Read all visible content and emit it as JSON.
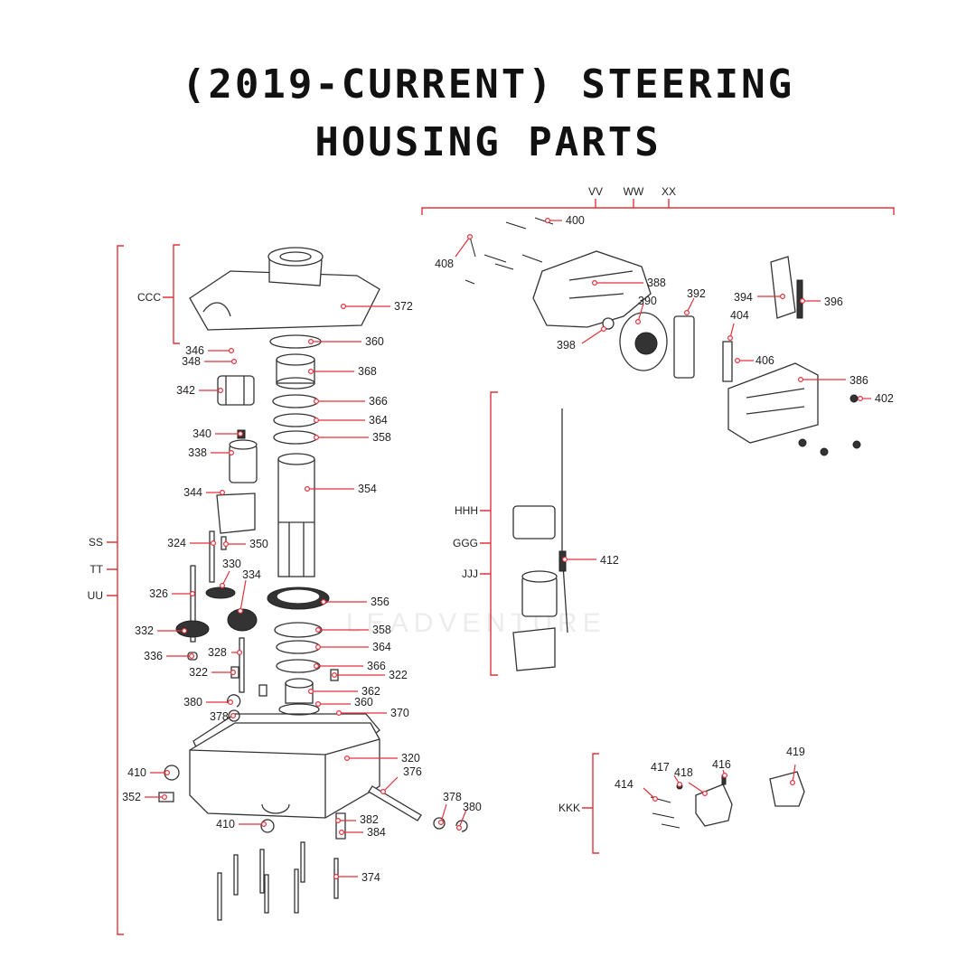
{
  "title": {
    "line1": "(2019-CURRENT) STEERING",
    "line2": "HOUSING PARTS"
  },
  "watermark": "LEADVENTURE",
  "colors": {
    "leader": "#e0323c",
    "line": "#333333"
  },
  "groups": {
    "VV": "VV",
    "WW": "WW",
    "XX": "XX",
    "CCC": "CCC",
    "SS": "SS",
    "TT": "TT",
    "UU": "UU",
    "HHH": "HHH",
    "GGG": "GGG",
    "JJJ": "JJJ",
    "KKK": "KKK"
  },
  "parts": {
    "p372": "372",
    "p360a": "360",
    "p346": "346",
    "p348": "348",
    "p368": "368",
    "p342": "342",
    "p366a": "366",
    "p364a": "364",
    "p340": "340",
    "p358a": "358",
    "p338": "338",
    "p354": "354",
    "p344": "344",
    "p324": "324",
    "p350": "350",
    "p330": "330",
    "p334": "334",
    "p326": "326",
    "p356": "356",
    "p332": "332",
    "p358b": "358",
    "p364b": "364",
    "p328": "328",
    "p336": "336",
    "p366b": "366",
    "p322a": "322",
    "p322b": "322",
    "p362": "362",
    "p380a": "380",
    "p360b": "360",
    "p378a": "378",
    "p370": "370",
    "p320": "320",
    "p410a": "410",
    "p376": "376",
    "p352": "352",
    "p378b": "378",
    "p380b": "380",
    "p410b": "410",
    "p382": "382",
    "p384": "384",
    "p374": "374",
    "p400": "400",
    "p408": "408",
    "p388": "388",
    "p390": "390",
    "p392": "392",
    "p394": "394",
    "p396": "396",
    "p404": "404",
    "p398": "398",
    "p406": "406",
    "p386": "386",
    "p402": "402",
    "p412": "412",
    "p419": "419",
    "p417": "417",
    "p416": "416",
    "p418": "418",
    "p414": "414"
  }
}
